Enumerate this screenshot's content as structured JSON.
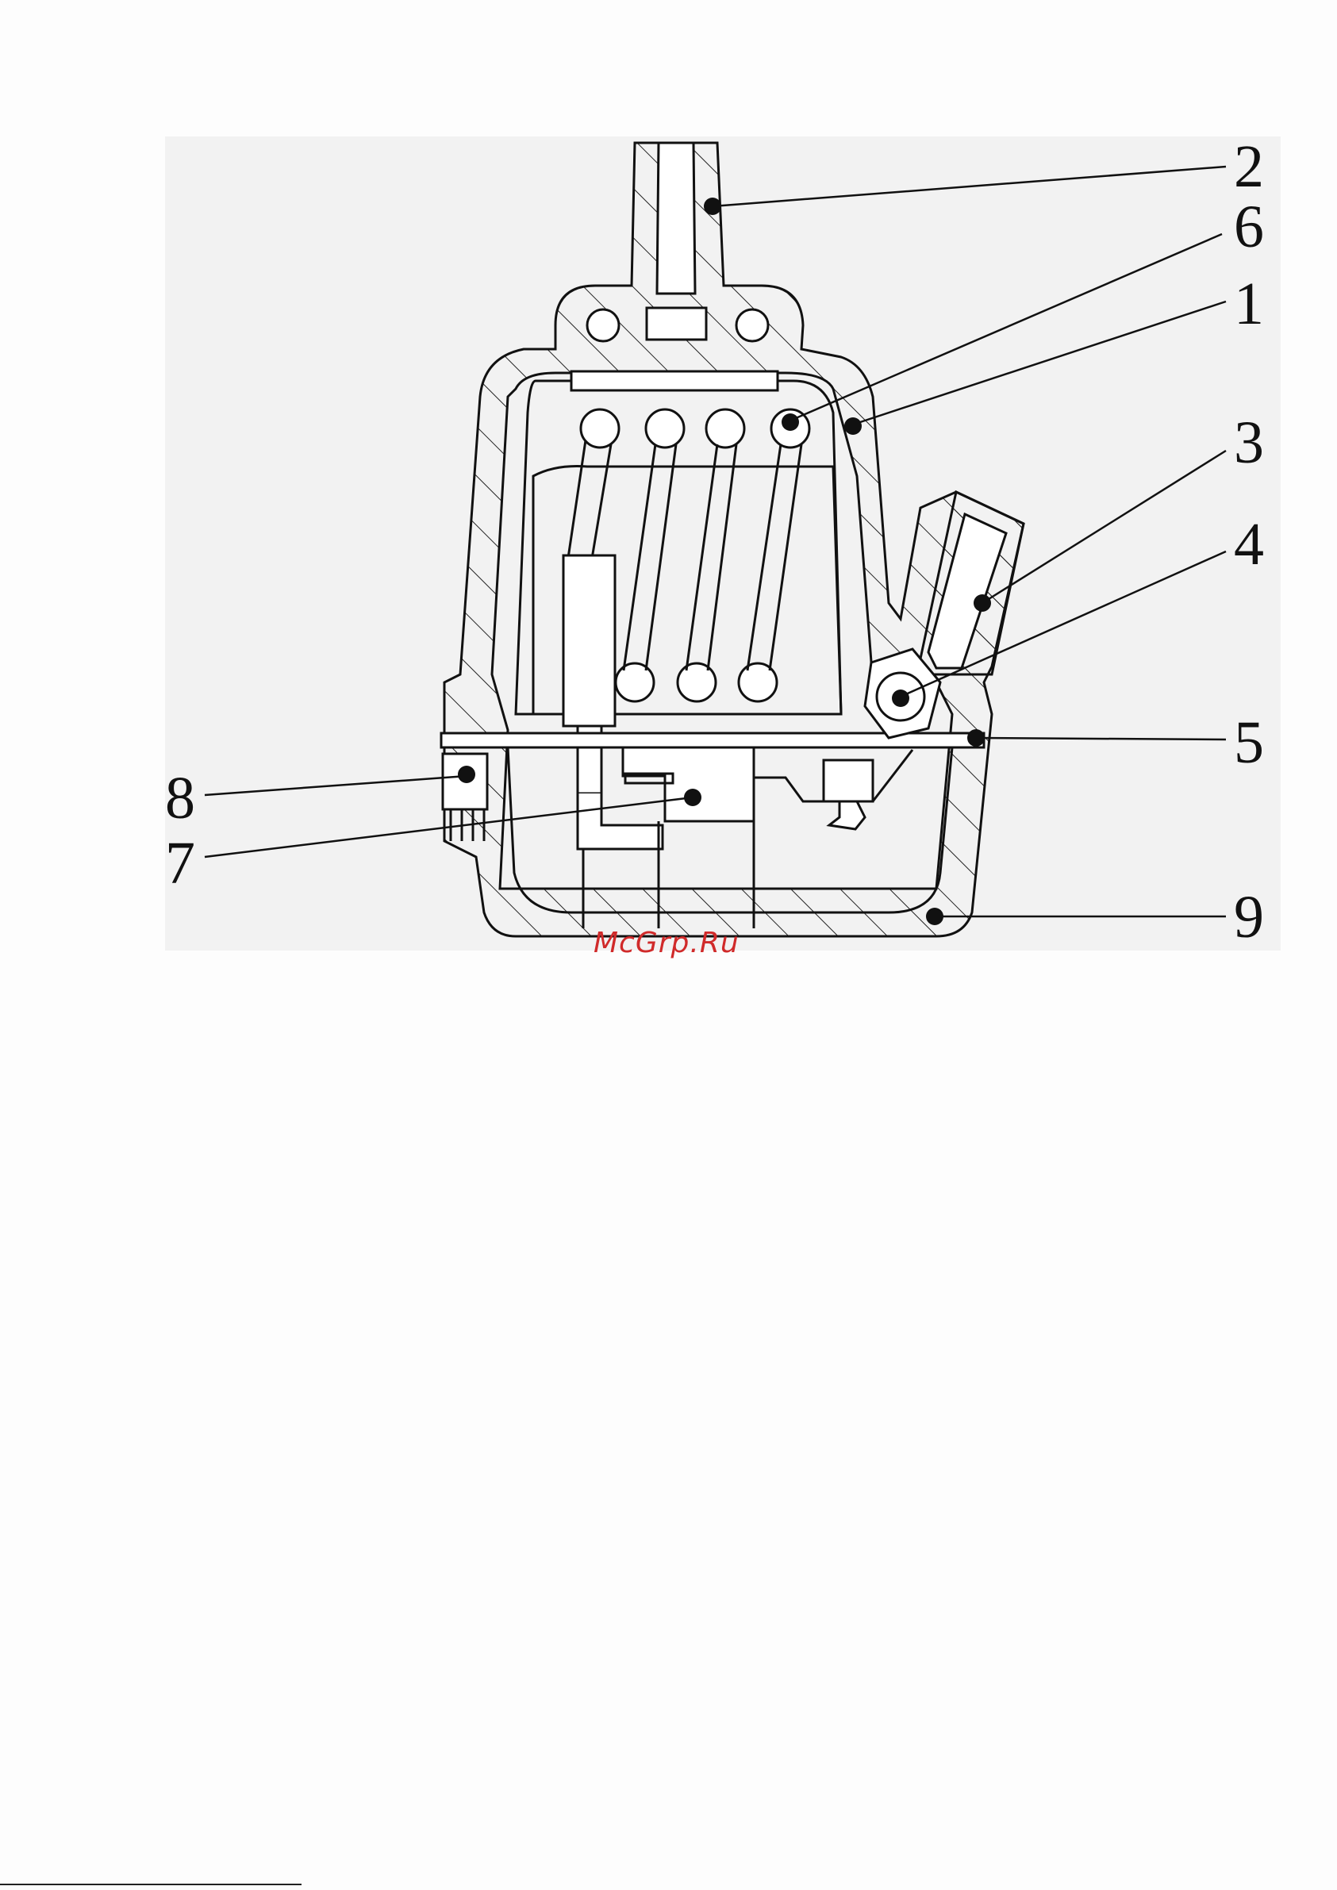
{
  "callouts": [
    {
      "id": "2",
      "label": "2"
    },
    {
      "id": "6",
      "label": "6"
    },
    {
      "id": "1",
      "label": "1"
    },
    {
      "id": "3",
      "label": "3"
    },
    {
      "id": "4",
      "label": "4"
    },
    {
      "id": "5",
      "label": "5"
    },
    {
      "id": "8",
      "label": "8"
    },
    {
      "id": "7",
      "label": "7"
    },
    {
      "id": "9",
      "label": "9"
    }
  ],
  "watermark": "McGrp.Ru",
  "colors": {
    "ink": "#111111",
    "panel": "#f2f2f2",
    "watermark": "#d02a2a"
  }
}
